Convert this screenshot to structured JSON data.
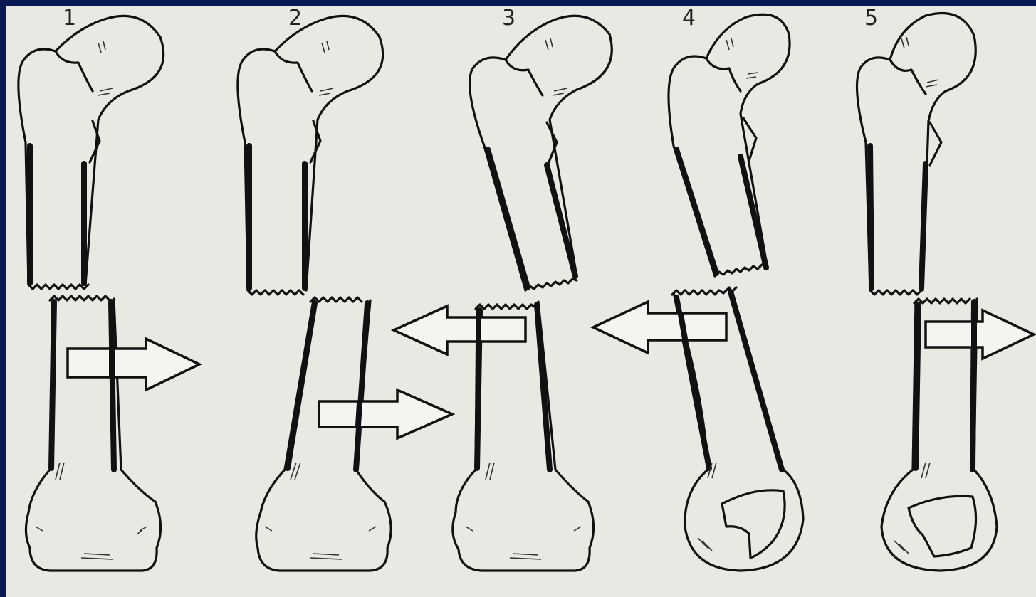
{
  "figure": {
    "panels": [
      {
        "id": "1",
        "label": "1",
        "arrow_direction": "right"
      },
      {
        "id": "2",
        "label": "2",
        "arrow_direction": "right"
      },
      {
        "id": "3",
        "label": "3",
        "arrow_direction": "left"
      },
      {
        "id": "4",
        "label": "4",
        "arrow_direction": "left"
      },
      {
        "id": "5",
        "label": "5",
        "arrow_direction": "right"
      }
    ],
    "colors": {
      "frame_border": "#071a55",
      "paper": "#e9e8e3",
      "ink": "#111111"
    }
  }
}
